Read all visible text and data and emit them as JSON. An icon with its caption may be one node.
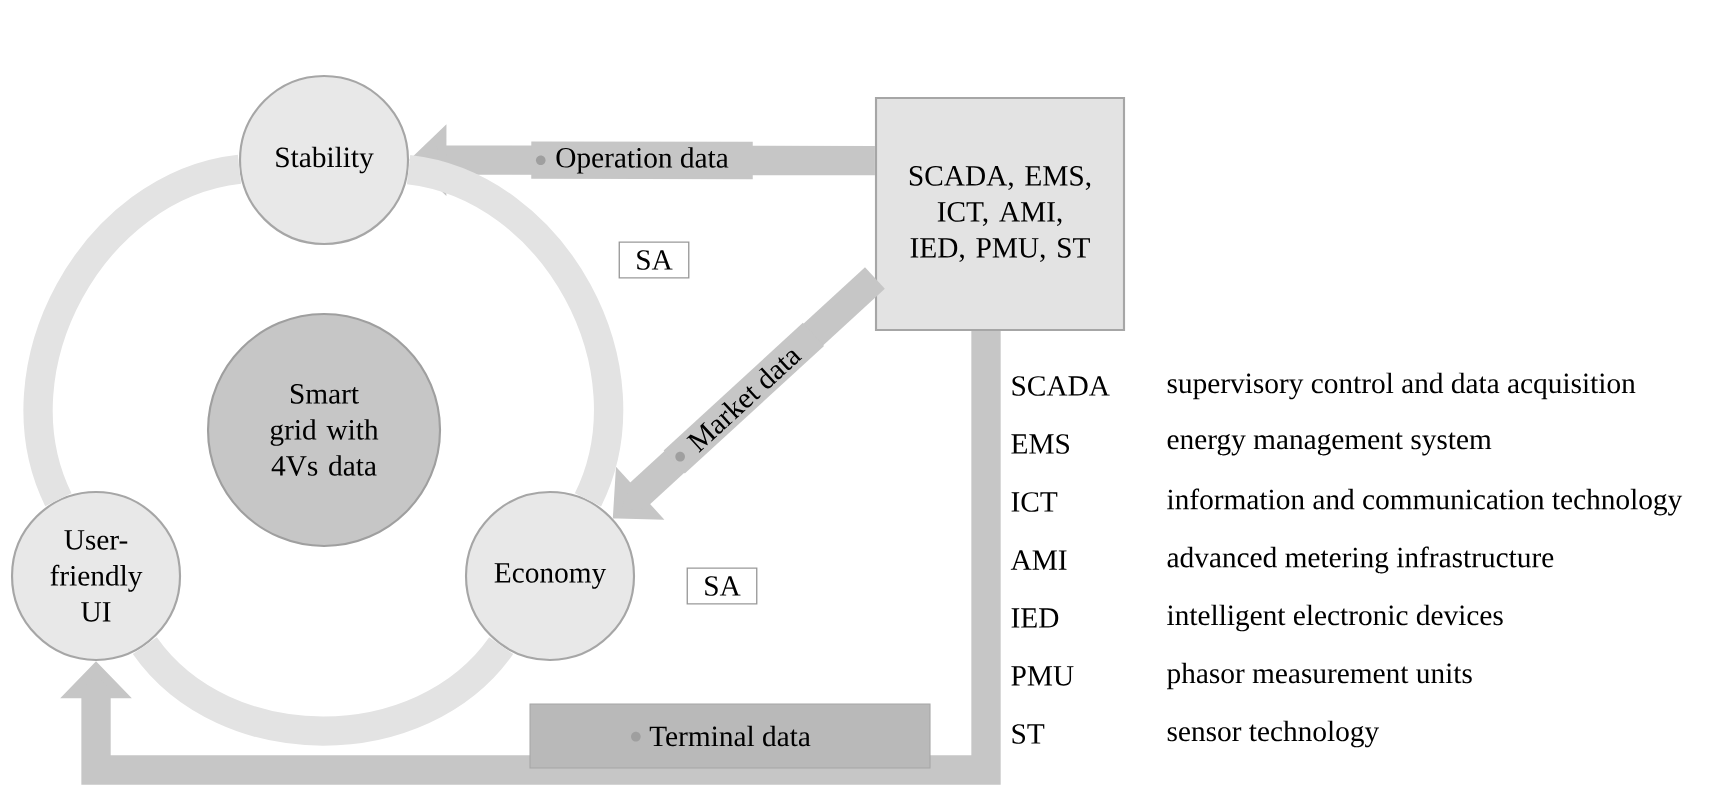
{
  "diagram": {
    "nodes": [
      {
        "text": [
          "Stability"
        ]
      },
      {
        "text": [
          "Smart grid with 4Vs data"
        ]
      },
      {
        "text": [
          "User-friendly UI"
        ]
      },
      {
        "text": [
          "Economy"
        ]
      },
      {
        "text": [
          "SCADA, EMS, ICT, AMI, IED, PMU, ST"
        ]
      },
      {
        "text": [
          "SA"
        ]
      },
      {
        "text": [
          "SA"
        ]
      }
    ],
    "edges": [
      {
        "from": 4,
        "to": 0,
        "arrow": "to",
        "label": "Operation data"
      },
      {
        "from": 4,
        "to": 3,
        "arrow": "to",
        "label": "Market data"
      },
      {
        "from": 4,
        "to": 2,
        "arrow": "to",
        "label": "Terminal data"
      },
      {
        "from": 0,
        "to": 3,
        "arrow": "none"
      },
      {
        "from": 3,
        "to": 2,
        "arrow": "none"
      },
      {
        "from": 2,
        "to": 0,
        "arrow": "none"
      }
    ],
    "labels": [
      "SCADA",
      "supervisory control and data acquisition",
      "EMS",
      "energy management system",
      "ICT",
      "information and communication technology",
      "AMI",
      "advanced metering infrastructure",
      "IED",
      "intelligent electronic devices",
      "PMU",
      "phasor measurement units",
      "ST",
      "sensor technology"
    ]
  }
}
